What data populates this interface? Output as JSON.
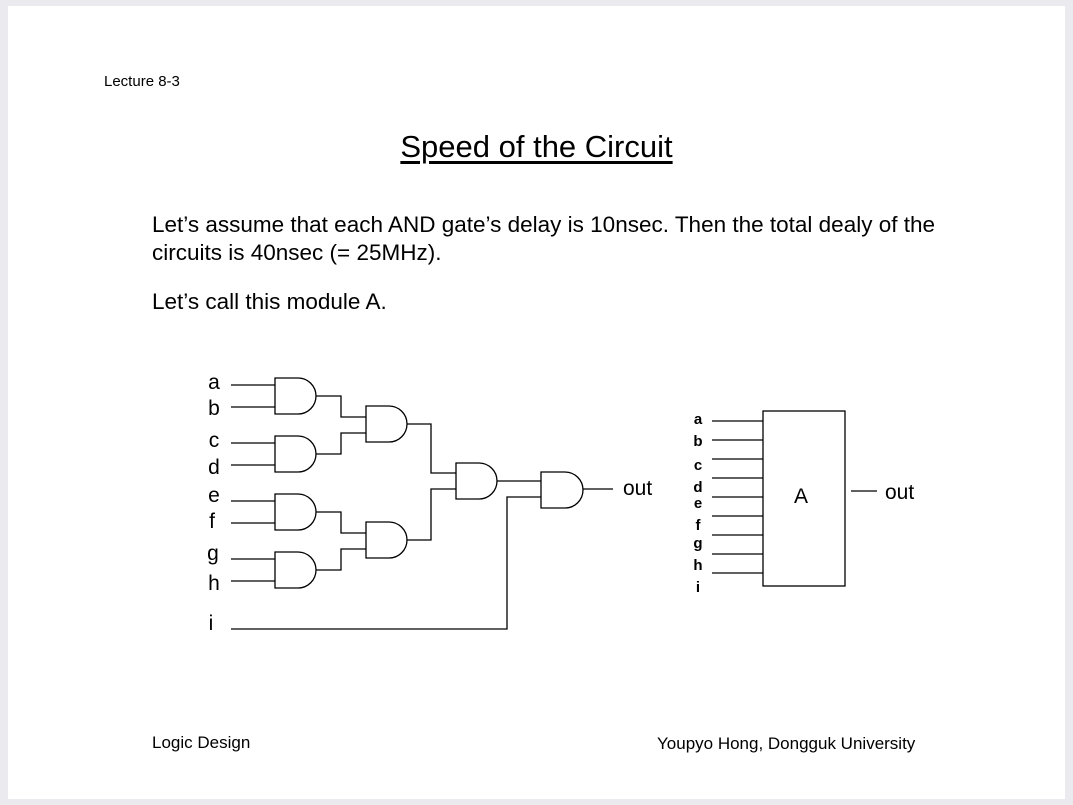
{
  "header": {
    "lecture": "Lecture 8-3"
  },
  "title": "Speed of the Circuit",
  "body": {
    "paragraph1": "Let’s assume that each AND gate’s delay is 10nsec. Then the total dealy of the circuits is 40nsec (= 25MHz).",
    "paragraph2": "Let’s call this module A."
  },
  "circuit": {
    "inputs": [
      "a",
      "b",
      "c",
      "d",
      "e",
      "f",
      "g",
      "h",
      "i"
    ],
    "output_label": "out"
  },
  "module": {
    "inputs": [
      "a",
      "b",
      "c",
      "d",
      "e",
      "f",
      "g",
      "h",
      "i"
    ],
    "name": "A",
    "output_label": "out"
  },
  "footer": {
    "course": "Logic Design",
    "author": "Youpyo Hong, Dongguk University"
  }
}
